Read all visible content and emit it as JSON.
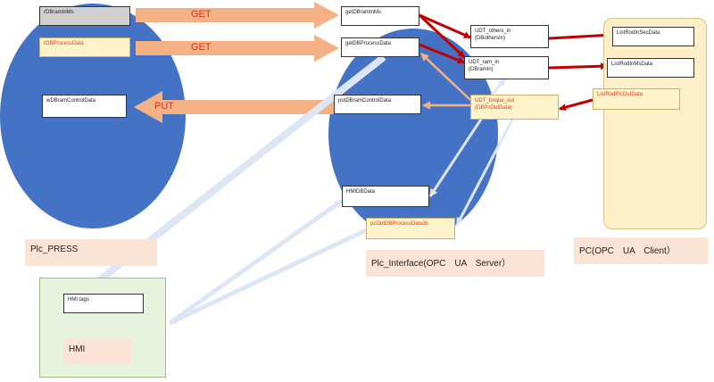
{
  "colors": {
    "circle": "#4472c4",
    "get_put_arrow": "#f4b184",
    "red_arrow": "#c00000",
    "light_arrow": "#dde6f4",
    "pc_panel": "#fdefc7",
    "hmi_panel": "#e7f3dc",
    "label_bg": "#fbe3d6"
  },
  "press": {
    "label": "Plc_PRESS",
    "boxes": {
      "rdbraminms": "rDBramInMs",
      "rdbprocessdata": "rDBProcessData",
      "wdbramcontroldata": "wDBramControlData"
    }
  },
  "arrows": {
    "get1": "GET",
    "get2": "GET",
    "put": "PUT"
  },
  "interface": {
    "label": "Plc_Interface(OPC　UA　Server）",
    "boxes": {
      "getdbraminms": "getDBramInMs",
      "getdbprocessdata": "getDBProcessData",
      "putdbramcontroldata": "putDBramControlData",
      "hmidbdata": "HMIDBData",
      "pcoutdbprocessdata": "pcOutDBProcessData3s",
      "udt_others_line1": "UDT_others_in",
      "udt_others_line2": "(DBothersIn)",
      "udt_ram_line1": "UDT_ram_in",
      "udt_ram_line2": "(DBramIn)",
      "udt_torque_line1": "UDT_torque_out",
      "udt_torque_line2": "(DBPcOutData)"
    }
  },
  "pc": {
    "label": "PC(OPC　UA　Client）",
    "boxes": {
      "listrodinsecdata": "ListRodInSecData",
      "listrodinmsdata": "ListRodInMsData",
      "listrodplcoutdata": "ListRodPlcOutData"
    }
  },
  "hmi": {
    "label": "HMI",
    "tags": "HMI tags"
  }
}
